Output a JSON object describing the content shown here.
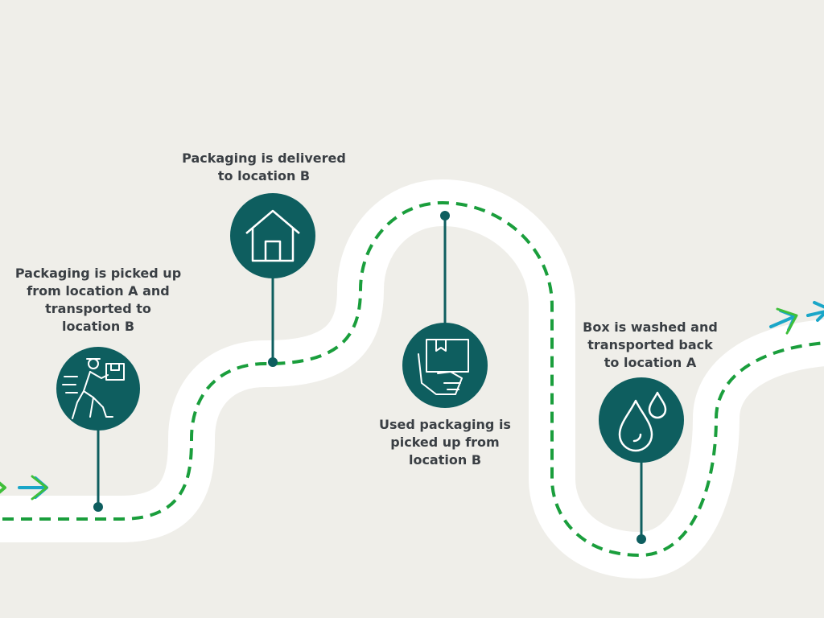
{
  "colors": {
    "background": "#efeee9",
    "road": "#ffffff",
    "dash": "#1a9e3c",
    "circle": "#0e5e5f",
    "connector": "#0e5e5f",
    "caption_text": "#3a3f44",
    "arrow_green": "#3fbf3a",
    "arrow_teal": "#1aa6c8"
  },
  "steps": [
    {
      "id": "pickup-a",
      "caption": "Packaging is picked up\nfrom  location A and\ntransported to\nlocation B",
      "icon": "delivery-runner-icon"
    },
    {
      "id": "delivered-b",
      "caption": "Packaging is delivered\nto location B",
      "icon": "house-icon"
    },
    {
      "id": "used-pickup-b",
      "caption": "Used packaging is\npicked up from\nlocation B",
      "icon": "hand-with-box-icon"
    },
    {
      "id": "washed-return",
      "caption": "Box is washed and\ntransported back\nto location A",
      "icon": "water-drops-icon"
    }
  ]
}
